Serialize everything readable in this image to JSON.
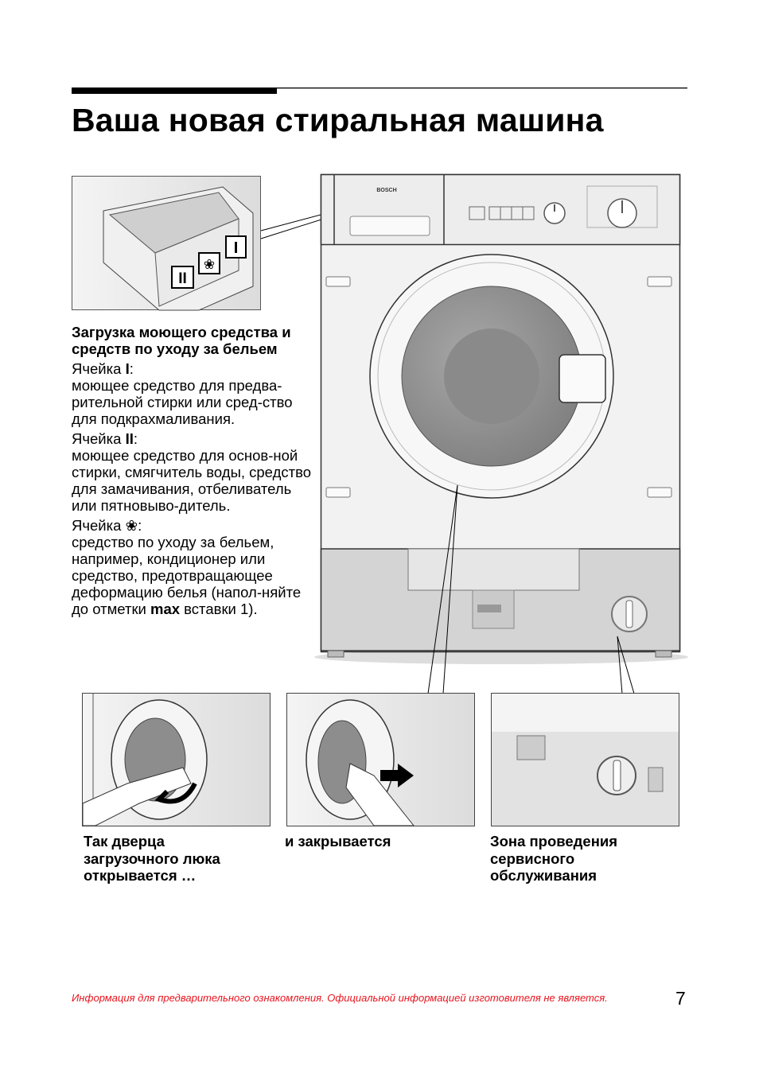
{
  "title": "Ваша новая стиральная машина",
  "logo_text": "BOSCH",
  "detergent": {
    "heading": "Загрузка моющего средства и средств по уходу за бельем",
    "cell1_label": "Ячейка ",
    "cell1_mark": "I",
    "cell1_text": "моющее средство для предва-рительной стирки или сред-ство для подкрахмаливания.",
    "cell2_label": "Ячейка ",
    "cell2_mark": "II",
    "cell2_text": "моющее средство для основ-ной стирки, смягчитель воды, средство для замачивания, отбеливатель или пятновыво-дитель.",
    "cell3_label": "Ячейка ",
    "cell3_icon": "flower-icon",
    "cell3_text_a": "средство по уходу за бельем, например, кондиционер или средство, предотвращающее деформацию белья (напол-няйте до отметки ",
    "cell3_bold": "max",
    "cell3_text_b": " вставки 1)."
  },
  "drawer_labels": {
    "cell1": "I",
    "cell2": "II"
  },
  "captions": {
    "open": "Так дверца загрузочного люка открывается …",
    "close": "и закрывается",
    "service": "Зона проведения сервисного обслуживания"
  },
  "footer": "Информация для предварительного ознакомления. Официальной информацией изготовителя не является.",
  "page_number": "7",
  "colors": {
    "footer": "#e8141e",
    "machine_gray": "#d8d8d8",
    "drum": "#9a9a9a"
  }
}
